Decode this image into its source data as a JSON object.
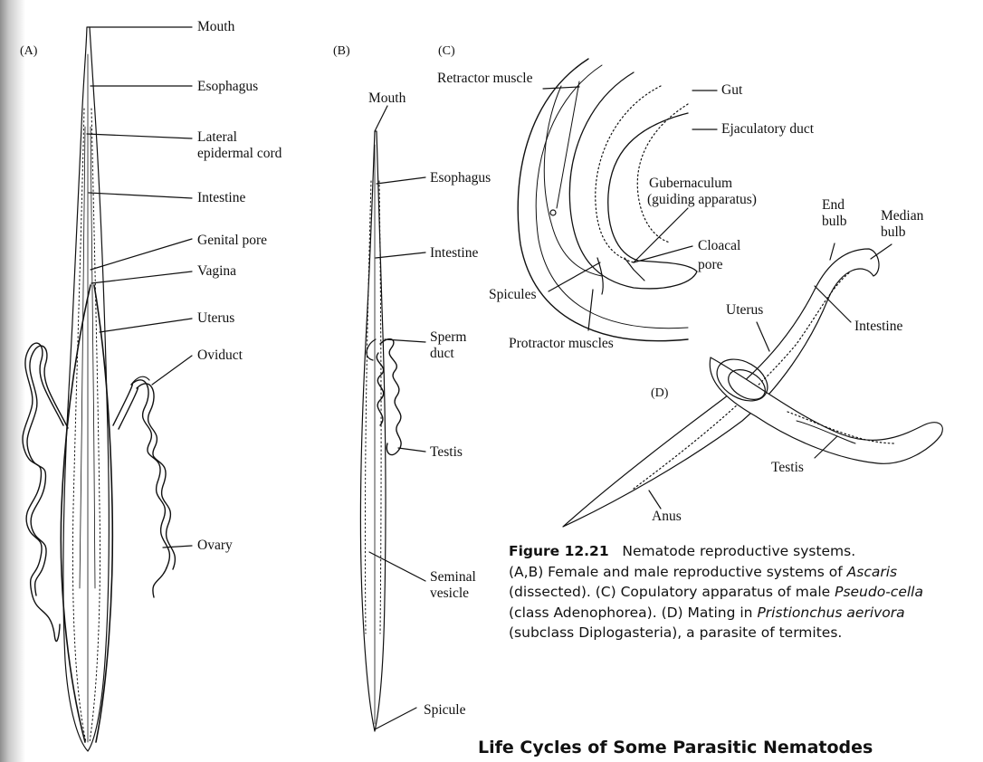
{
  "panels": {
    "a": {
      "letter": "(A)",
      "labels": {
        "mouth": "Mouth",
        "esophagus": "Esophagus",
        "cord_line1": "Lateral",
        "cord_line2": "epidermal cord",
        "intestine": "Intestine",
        "genital_pore": "Genital pore",
        "vagina": "Vagina",
        "uterus": "Uterus",
        "oviduct": "Oviduct",
        "ovary": "Ovary"
      }
    },
    "b": {
      "letter": "(B)",
      "labels": {
        "mouth": "Mouth",
        "esophagus": "Esophagus",
        "intestine": "Intestine",
        "sperm_line1": "Sperm",
        "sperm_line2": "duct",
        "testis": "Testis",
        "seminal_line1": "Seminal",
        "seminal_line2": "vesicle",
        "spicule": "Spicule"
      }
    },
    "c": {
      "letter": "(C)",
      "labels": {
        "retractor": "Retractor muscle",
        "gut": "Gut",
        "ejaculatory": "Ejaculatory duct",
        "gub_line1": "Gubernaculum",
        "gub_line2": "(guiding apparatus)",
        "cloacal_line1": "Cloacal",
        "cloacal_line2": "pore",
        "spicules": "Spicules",
        "protractor": "Protractor muscles"
      }
    },
    "d": {
      "letter": "(D)",
      "labels": {
        "end_line1": "End",
        "end_line2": "bulb",
        "median_line1": "Median",
        "median_line2": "bulb",
        "uterus": "Uterus",
        "intestine": "Intestine",
        "testis": "Testis",
        "anus": "Anus"
      }
    }
  },
  "caption": {
    "figure_label": "Figure 12.21",
    "title": "Nematode reproductive systems.",
    "part1": "(A,B) Female and male reproductive systems of ",
    "genus1": "Ascaris",
    "part2": " (dissected). (C) Copulatory apparatus of male ",
    "genus2_a": "Pseudo-",
    "genus2_b": "cella",
    "part3": " (class Adenophorea). (D) Mating in ",
    "genus3_a": "Pristionchus",
    "genus3_b": "aerivora",
    "part4": " (subclass Diplogasteria), a parasite of termites."
  },
  "next_section_heading": "Life Cycles of Some Parasitic Nematodes",
  "colors": {
    "ink": "#111111",
    "paper": "#ffffff",
    "page_shadow": "#9a9a9a"
  }
}
